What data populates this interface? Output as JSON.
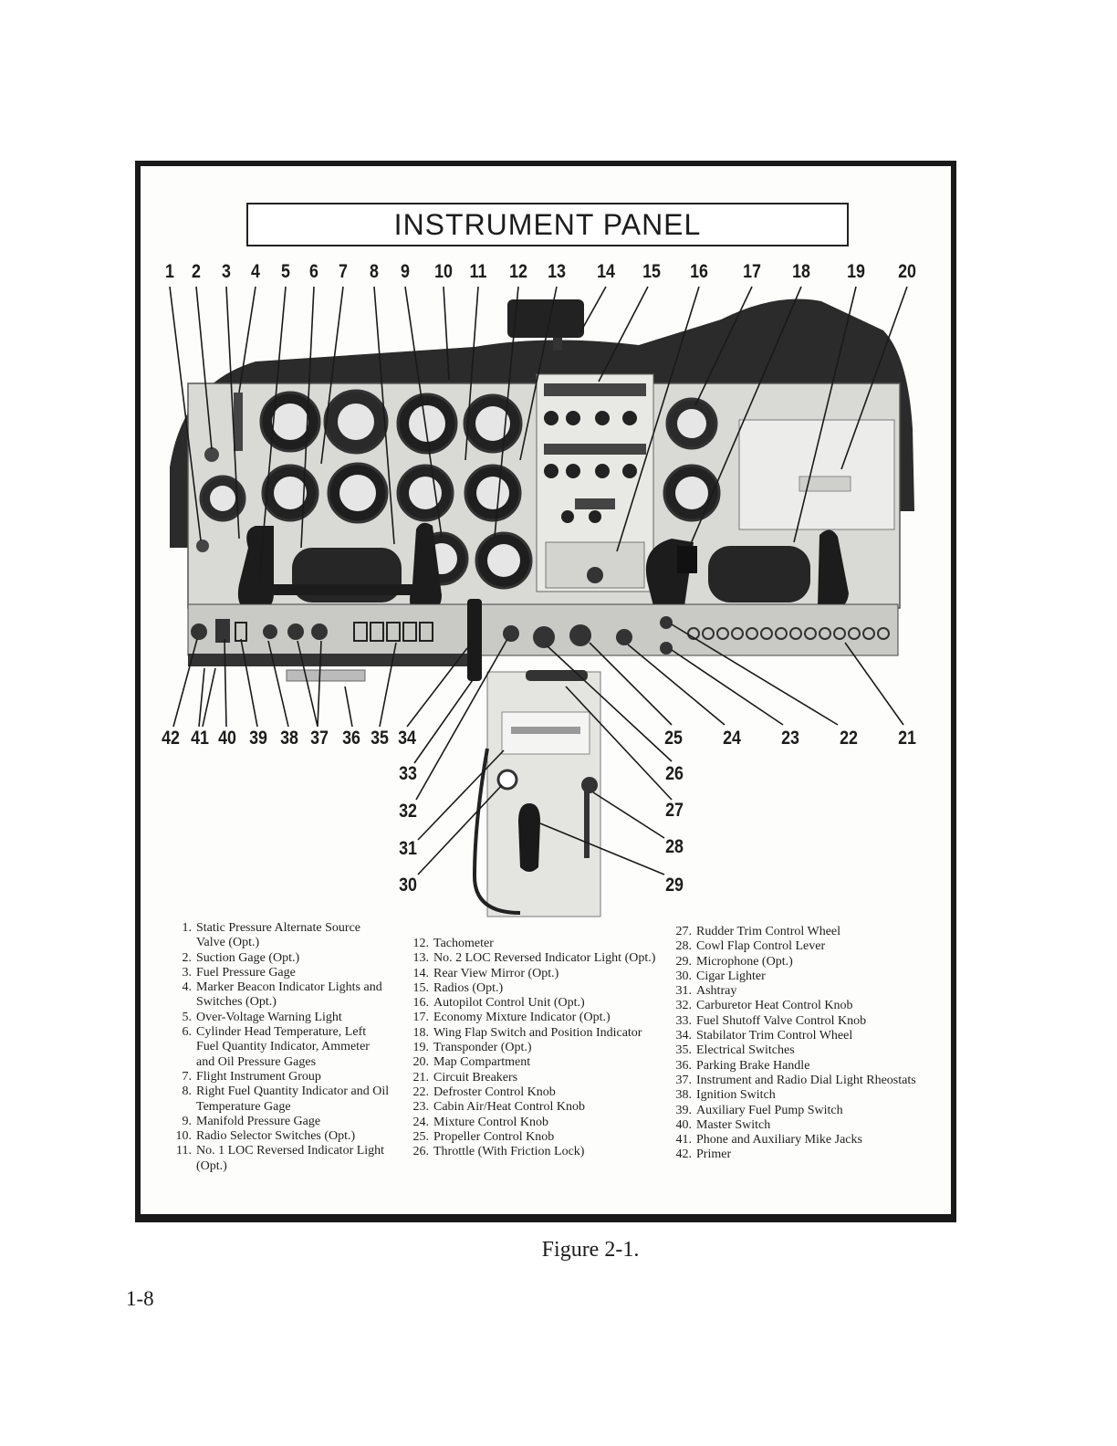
{
  "title": "INSTRUMENT PANEL",
  "callouts_top": [
    "1",
    "2",
    "3",
    "4",
    "5",
    "6",
    "7",
    "8",
    "9",
    "10",
    "11",
    "12",
    "13",
    "14",
    "15",
    "16",
    "17",
    "18",
    "19",
    "20"
  ],
  "callouts_bottom": [
    "42",
    "41",
    "40",
    "39",
    "38",
    "37",
    "36",
    "35",
    "34",
    "25",
    "24",
    "23",
    "22",
    "21"
  ],
  "callouts_center_left": [
    "33",
    "32",
    "31",
    "30"
  ],
  "callouts_center_right": [
    "26",
    "27",
    "28",
    "29"
  ],
  "legend": {
    "col1": [
      {
        "num": "1.",
        "text": "Static Pressure Alternate Source Valve (Opt.)"
      },
      {
        "num": "2.",
        "text": "Suction Gage (Opt.)"
      },
      {
        "num": "3.",
        "text": "Fuel Pressure Gage"
      },
      {
        "num": "4.",
        "text": "Marker Beacon Indicator Lights and Switches (Opt.)"
      },
      {
        "num": "5.",
        "text": "Over-Voltage Warning Light"
      },
      {
        "num": "6.",
        "text": "Cylinder Head Temperature, Left Fuel Quantity Indicator, Ammeter and Oil Pressure Gages"
      },
      {
        "num": "7.",
        "text": "Flight Instrument Group"
      },
      {
        "num": "8.",
        "text": "Right Fuel Quantity Indicator and Oil Temperature Gage"
      },
      {
        "num": "9.",
        "text": "Manifold Pressure Gage"
      },
      {
        "num": "10.",
        "text": "Radio Selector Switches (Opt.)"
      },
      {
        "num": "11.",
        "text": "No. 1 LOC Reversed Indicator Light (Opt.)"
      }
    ],
    "col2": [
      {
        "num": "12.",
        "text": "Tachometer"
      },
      {
        "num": "13.",
        "text": "No. 2 LOC Reversed Indicator Light (Opt.)"
      },
      {
        "num": "14.",
        "text": "Rear View Mirror (Opt.)"
      },
      {
        "num": "15.",
        "text": "Radios (Opt.)"
      },
      {
        "num": "16.",
        "text": "Autopilot Control Unit (Opt.)"
      },
      {
        "num": "17.",
        "text": "Economy Mixture Indicator (Opt.)"
      },
      {
        "num": "18.",
        "text": "Wing Flap Switch and Position Indicator"
      },
      {
        "num": "19.",
        "text": "Transponder (Opt.)"
      },
      {
        "num": "20.",
        "text": "Map Compartment"
      },
      {
        "num": "21.",
        "text": "Circuit Breakers"
      },
      {
        "num": "22.",
        "text": "Defroster Control Knob"
      },
      {
        "num": "23.",
        "text": "Cabin Air/Heat Control Knob"
      },
      {
        "num": "24.",
        "text": "Mixture Control Knob"
      },
      {
        "num": "25.",
        "text": "Propeller Control Knob"
      },
      {
        "num": "26.",
        "text": "Throttle (With Friction Lock)"
      }
    ],
    "col3": [
      {
        "num": "27.",
        "text": "Rudder Trim Control Wheel"
      },
      {
        "num": "28.",
        "text": "Cowl Flap Control Lever"
      },
      {
        "num": "29.",
        "text": "Microphone (Opt.)"
      },
      {
        "num": "30.",
        "text": "Cigar Lighter"
      },
      {
        "num": "31.",
        "text": "Ashtray"
      },
      {
        "num": "32.",
        "text": "Carburetor Heat Control Knob"
      },
      {
        "num": "33.",
        "text": "Fuel Shutoff Valve Control Knob"
      },
      {
        "num": "34.",
        "text": "Stabilator Trim Control Wheel"
      },
      {
        "num": "35.",
        "text": "Electrical Switches"
      },
      {
        "num": "36.",
        "text": "Parking Brake Handle"
      },
      {
        "num": "37.",
        "text": "Instrument and Radio Dial Light Rheostats"
      },
      {
        "num": "38.",
        "text": "Ignition Switch"
      },
      {
        "num": "39.",
        "text": "Auxiliary Fuel Pump Switch"
      },
      {
        "num": "40.",
        "text": "Master Switch"
      },
      {
        "num": "41.",
        "text": "Phone and Auxiliary Mike Jacks"
      },
      {
        "num": "42.",
        "text": "Primer"
      }
    ]
  },
  "caption": "Figure 2-1.",
  "page_number": "1-8"
}
